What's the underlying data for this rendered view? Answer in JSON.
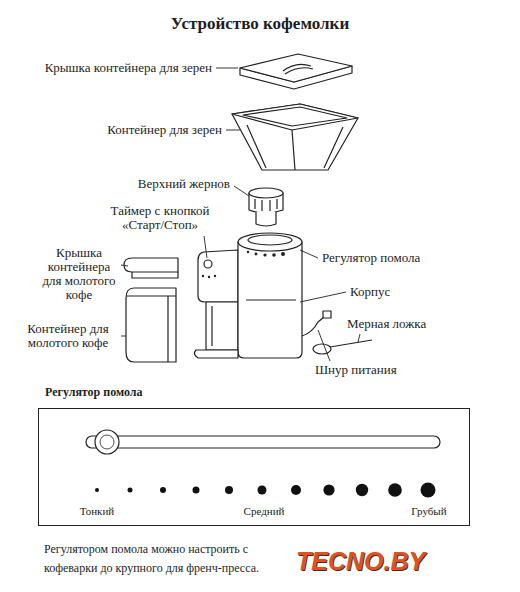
{
  "diagram": {
    "title": "Устройство кофемолки",
    "caption": "Регулятором помола можно настроить с кофеварки до крупного для френч-пресса.",
    "nodes": [
      {
        "text": [
          "Регулятор помола",
          "Тонкий",
          "Средний",
          "Грубый"
        ]
      }
    ],
    "labels": [
      "Крышка контейнера для зерен",
      "Контейнер для зерен",
      "Верхний жернов",
      "Таймер с кнопкой «Старт/Стоп»",
      "Регулятор помола",
      "Крышка контейнера для молотого кофе",
      "Корпус",
      "Мерная ложка",
      "Контейнер для молотого кофе",
      "Шнур питания",
      "TECNO.BY"
    ]
  }
}
